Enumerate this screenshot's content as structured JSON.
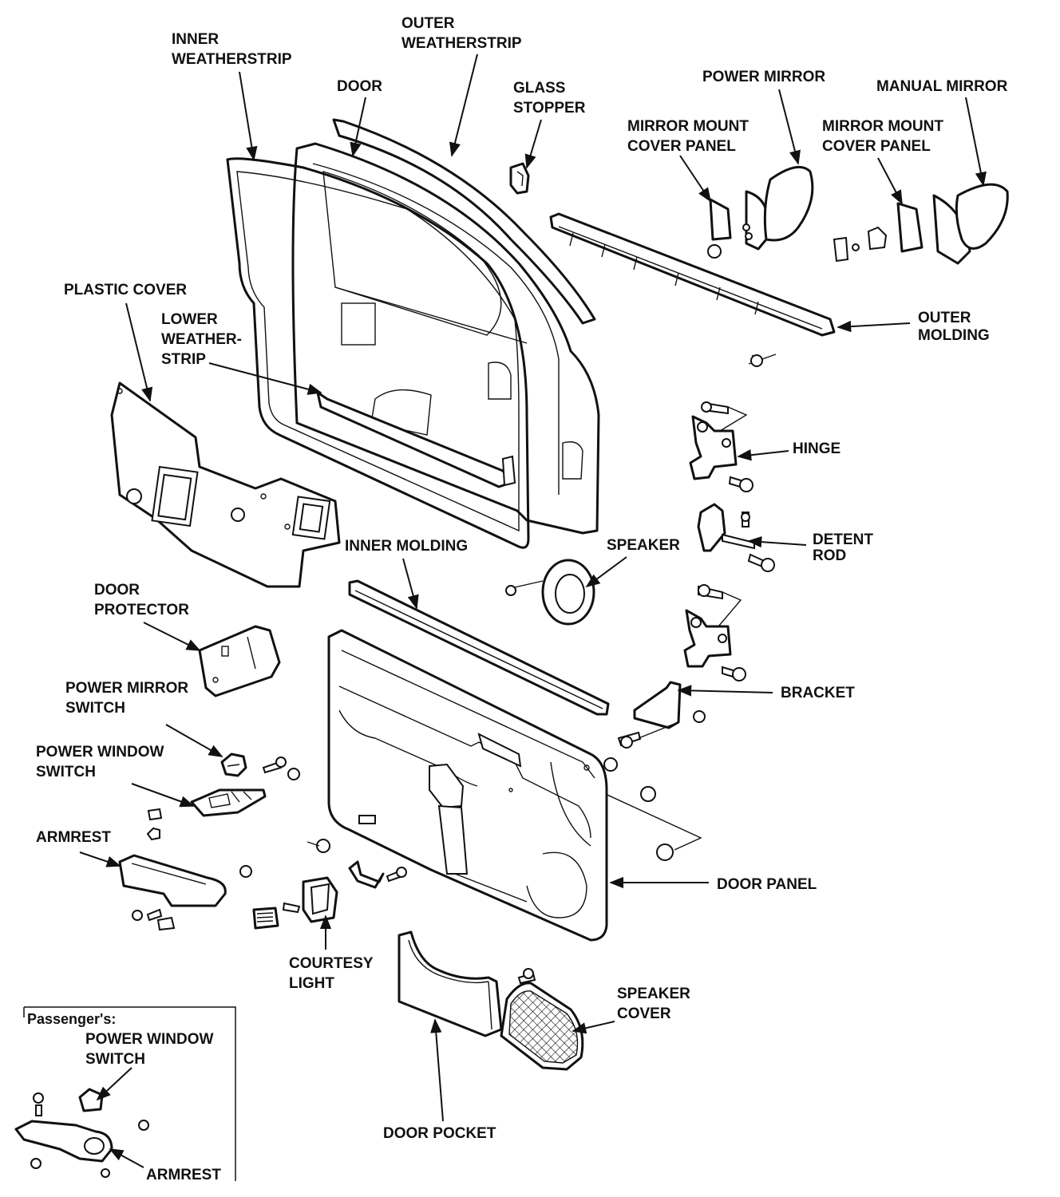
{
  "labels": {
    "inner_weatherstrip": [
      "INNER",
      "WEATHERSTRIP"
    ],
    "outer_weatherstrip": [
      "OUTER",
      "WEATHERSTRIP"
    ],
    "door": "DOOR",
    "glass_stopper": [
      "GLASS",
      "STOPPER"
    ],
    "power_mirror": "POWER MIRROR",
    "manual_mirror": "MANUAL MIRROR",
    "mirror_mount_cover_panel_1": [
      "MIRROR MOUNT",
      "COVER PANEL"
    ],
    "mirror_mount_cover_panel_2": [
      "MIRROR MOUNT",
      "COVER PANEL"
    ],
    "plastic_cover": "PLASTIC COVER",
    "lower_weatherstrip": [
      "LOWER",
      "WEATHER-",
      "STRIP"
    ],
    "outer_molding": [
      "OUTER",
      "MOLDING"
    ],
    "hinge": "HINGE",
    "detent_rod": [
      "DETENT",
      "ROD"
    ],
    "inner_molding": "INNER MOLDING",
    "speaker": "SPEAKER",
    "door_protector": [
      "DOOR",
      "PROTECTOR"
    ],
    "bracket": "BRACKET",
    "power_mirror_switch": [
      "POWER MIRROR",
      "SWITCH"
    ],
    "power_window_switch": [
      "POWER WINDOW",
      "SWITCH"
    ],
    "armrest": "ARMREST",
    "door_panel": "DOOR PANEL",
    "courtesy_light": [
      "COURTESY",
      "LIGHT"
    ],
    "speaker_cover": [
      "SPEAKER",
      "COVER"
    ],
    "door_pocket": "DOOR POCKET"
  },
  "inset": {
    "title": "Passenger's:",
    "power_window_switch": [
      "POWER WINDOW",
      "SWITCH"
    ],
    "armrest": "ARMREST"
  }
}
